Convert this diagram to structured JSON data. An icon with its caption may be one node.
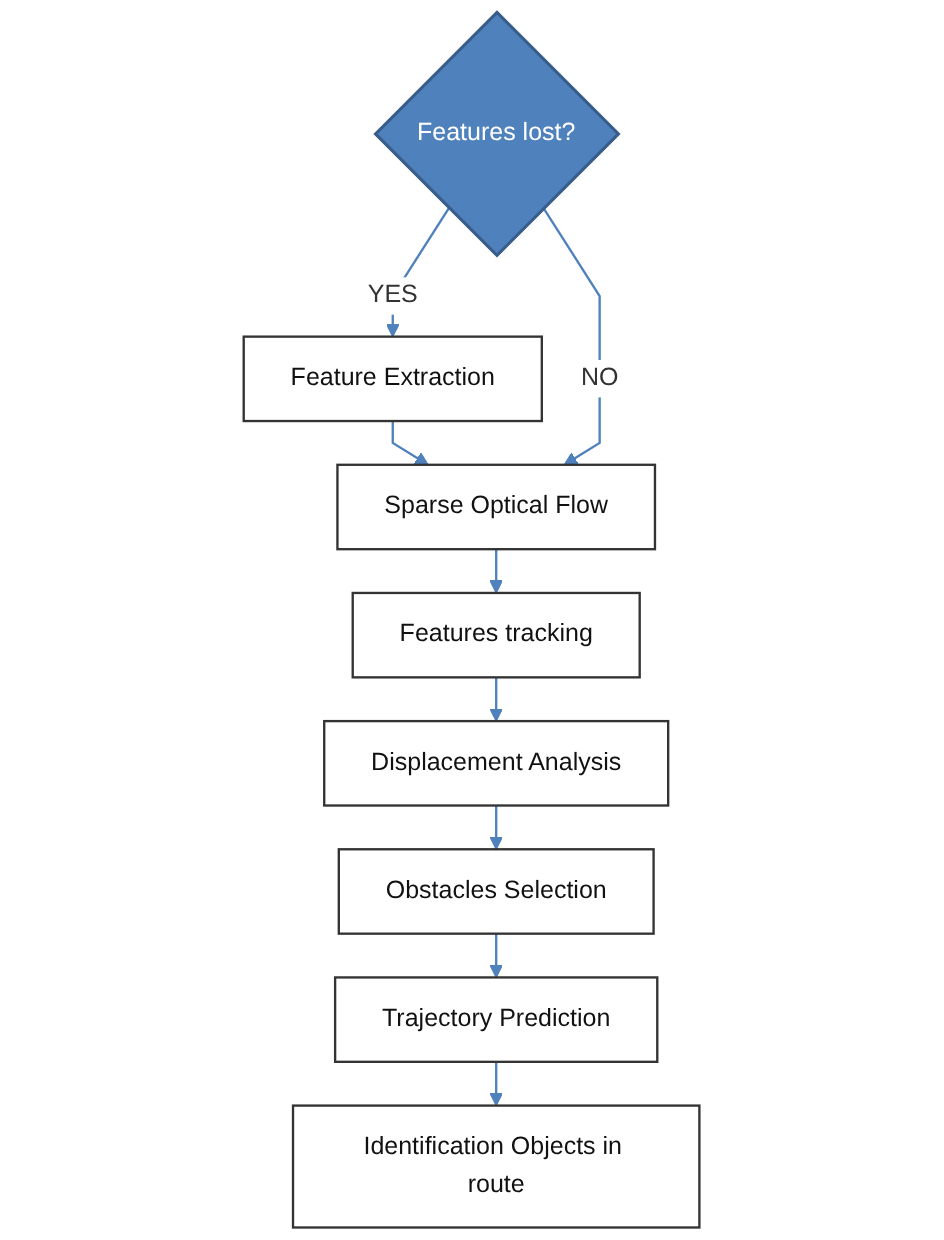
{
  "diagram": {
    "nodes": [
      {
        "text": [
          "Feature Extraction"
        ]
      },
      {
        "text": [
          "Sparse Optical Flow"
        ]
      },
      {
        "text": [
          "Features tracking"
        ]
      },
      {
        "text": [
          "Displacement Analysis"
        ]
      },
      {
        "text": [
          "Obstacles Selection"
        ]
      },
      {
        "text": [
          "Trajectory Prediction"
        ]
      },
      {
        "text": [
          "Identification Objects in route"
        ]
      },
      {
        "text": [
          "Features lost?"
        ]
      }
    ],
    "edges": [
      {
        "from": 0,
        "to": 1,
        "arrow": "to"
      },
      {
        "from": 1,
        "to": 2,
        "arrow": "to"
      },
      {
        "from": 2,
        "to": 3,
        "arrow": "to"
      },
      {
        "from": 3,
        "to": 4,
        "arrow": "to"
      },
      {
        "from": 4,
        "to": 5,
        "arrow": "to"
      },
      {
        "from": 5,
        "to": 6,
        "arrow": "to"
      },
      {
        "from": 7,
        "to": 1,
        "label": "NO",
        "arrow": "to"
      },
      {
        "from": 7,
        "to": 0,
        "label": "YES",
        "arrow": "to"
      }
    ]
  }
}
